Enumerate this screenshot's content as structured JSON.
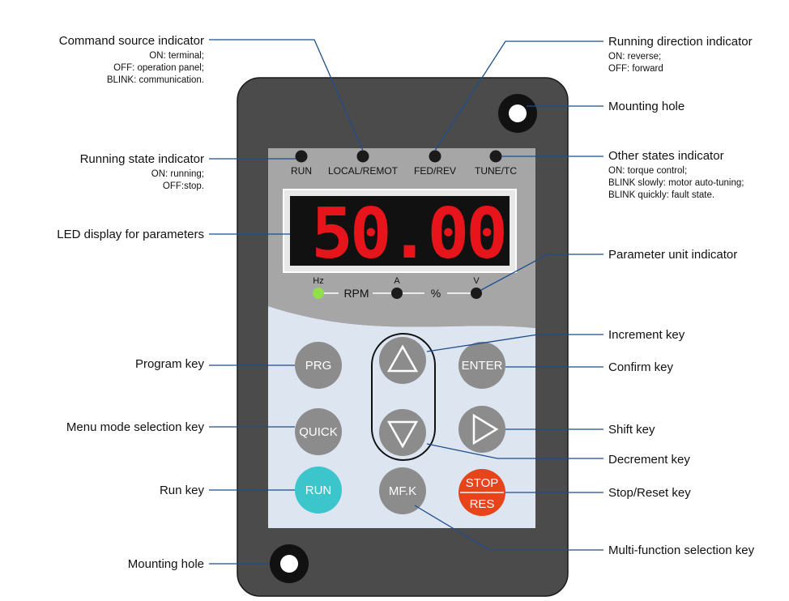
{
  "panel": {
    "indicators": {
      "run": "RUN",
      "local_remot": "LOCAL/REMOT",
      "fed_rev": "FED/REV",
      "tune_tc": "TUNE/TC"
    },
    "display_value": "50.00",
    "units": {
      "hz": "Hz",
      "rpm": "RPM",
      "a": "A",
      "percent": "%",
      "v": "V"
    },
    "keys": {
      "prg": "PRG",
      "enter": "ENTER",
      "quick": "QUICK",
      "run": "RUN",
      "mfk": "MF.K",
      "stop": "STOP",
      "res": "RES"
    }
  },
  "callouts": {
    "command_source": {
      "title": "Command source indicator",
      "lines": [
        "ON: terminal;",
        "OFF: operation panel;",
        "BLINK: communication."
      ]
    },
    "running_state": {
      "title": "Running state indicator",
      "lines": [
        "ON: running;",
        "OFF:stop."
      ]
    },
    "led_display": {
      "title": "LED display for parameters"
    },
    "program_key": {
      "title": "Program key"
    },
    "menu_mode": {
      "title": "Menu mode selection key"
    },
    "run_key": {
      "title": "Run key"
    },
    "mounting_hole_left": {
      "title": "Mounting hole"
    },
    "running_direction": {
      "title": "Running direction indicator",
      "lines": [
        "ON: reverse;",
        "OFF: forward"
      ]
    },
    "mounting_hole_right": {
      "title": "Mounting hole"
    },
    "other_states": {
      "title": "Other states indicator",
      "lines": [
        "ON: torque control;",
        "BLINK slowly: motor auto-tuning;",
        "BLINK quickly: fault state."
      ]
    },
    "parameter_unit": {
      "title": "Parameter unit indicator"
    },
    "increment": {
      "title": "Increment key"
    },
    "confirm": {
      "title": "Confirm key"
    },
    "shift": {
      "title": "Shift key"
    },
    "decrement": {
      "title": "Decrement key"
    },
    "stop_reset": {
      "title": "Stop/Reset key"
    },
    "multi_function": {
      "title": "Multi-function selection key"
    }
  },
  "colors": {
    "housing": "#4b4b4b",
    "face_gray": "#a6a6a6",
    "keypad_bg": "#dde5f0",
    "key_gray": "#8c8c8c",
    "run_key": "#3cc6cc",
    "stop_key": "#e8441c",
    "led_red": "#e8141b",
    "hz_led": "#8fe04a",
    "leader_line": "#1f4e8c"
  },
  "icons": [
    "up-triangle-icon",
    "down-triangle-icon",
    "right-triangle-icon",
    "mounting-hole-icon",
    "indicator-led-icon"
  ]
}
